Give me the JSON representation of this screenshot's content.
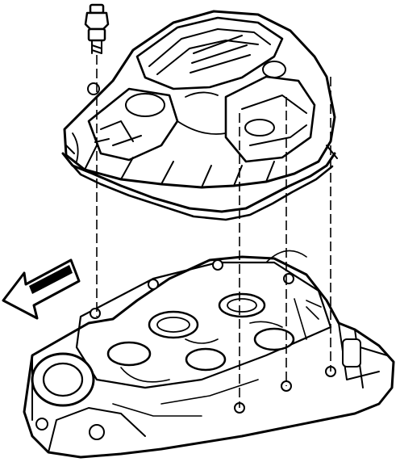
{
  "diagram": {
    "style": "black line-art exploded view, white background",
    "colors": {
      "ink": "#000000",
      "paper": "#ffffff"
    },
    "components": [
      {
        "id": "sensor",
        "icon": "sensor-stud-icon"
      },
      {
        "id": "upper-manifold",
        "icon": "upper-intake-manifold-icon"
      },
      {
        "id": "gasket",
        "icon": "manifold-gasket-icon"
      },
      {
        "id": "lower-manifold",
        "icon": "lower-intake-manifold-icon"
      },
      {
        "id": "direction-arrow",
        "icon": "front-arrow-icon"
      }
    ],
    "alignment_lines": 4
  }
}
